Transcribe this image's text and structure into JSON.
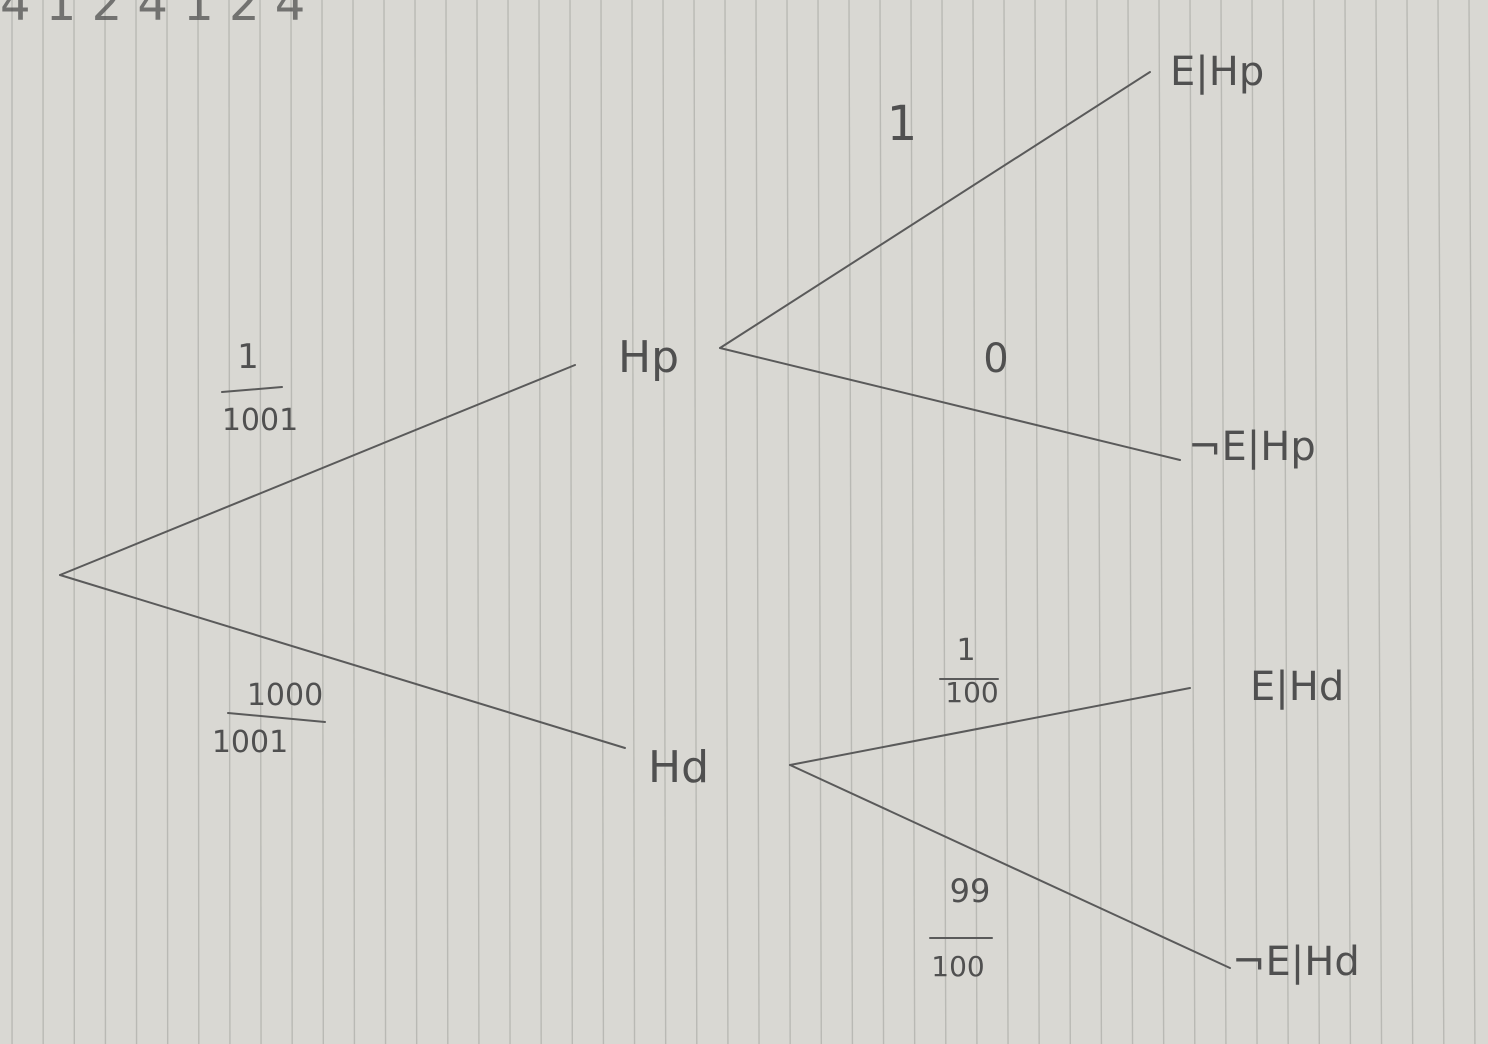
{
  "header_scribble": "4 1 2 4 1 2 4",
  "tree": {
    "nodes": {
      "hp": "Hp",
      "hd": "Hd"
    },
    "leaves": {
      "e_given_hp": "E|Hp",
      "not_e_given_hp": "¬E|Hp",
      "e_given_hd": "E|Hd",
      "not_e_given_hd": "¬E|Hd"
    },
    "probabilities": {
      "p_hp": {
        "numerator": "1",
        "denominator": "1001"
      },
      "p_hd": {
        "numerator": "1000",
        "denominator": "1001"
      },
      "p_e_given_hp": "1",
      "p_not_e_given_hp": "0",
      "p_e_given_hd": {
        "numerator": "1",
        "denominator": "100"
      },
      "p_not_e_given_hd": {
        "numerator": "99",
        "denominator": "100"
      }
    }
  },
  "colors": {
    "paper": "#d9d8d3",
    "rule_line": "#b9b9b4",
    "ink": "#5a5a5a"
  }
}
